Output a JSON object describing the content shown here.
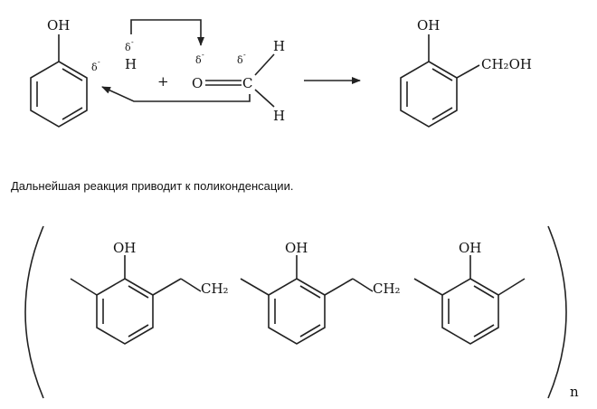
{
  "reaction": {
    "phenol_oh": "OH",
    "phenol_h": "H",
    "delta_ring": "δ",
    "delta_h": "δ",
    "delta_o": "δ",
    "delta_c": "δ",
    "minus": "-",
    "plus_sign": "+",
    "formaldehyde_o": "O",
    "formaldehyde_c": "C",
    "formaldehyde_h_top": "H",
    "formaldehyde_h_bottom": "H",
    "product_oh": "OH",
    "product_ch2oh": "CH₂OH"
  },
  "caption": "Дальнейшая реакция приводит к поликонденсации.",
  "polymer": {
    "oh_1": "OH",
    "oh_2": "OH",
    "oh_3": "OH",
    "ch2_1": "CH₂",
    "ch2_2": "CH₂",
    "subscript_n": "n"
  }
}
